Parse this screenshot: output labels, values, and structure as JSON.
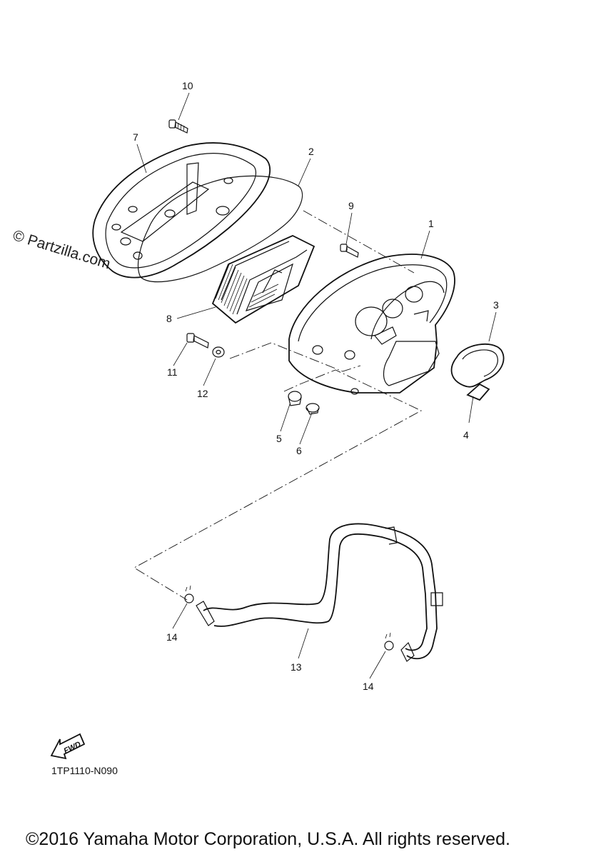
{
  "watermark": "© Partzilla.com",
  "diagram_code": "1TP1110-N090",
  "copyright": "©2016 Yamaha Motor Corporation, U.S.A. All rights reserved.",
  "fwd_label": "FWD",
  "callouts": {
    "c1": "1",
    "c2": "2",
    "c3": "3",
    "c4": "4",
    "c5": "5",
    "c6": "6",
    "c7": "7",
    "c8": "8",
    "c9": "9",
    "c10": "10",
    "c11": "11",
    "c12": "12",
    "c13": "13",
    "c14a": "14",
    "c14b": "14"
  }
}
